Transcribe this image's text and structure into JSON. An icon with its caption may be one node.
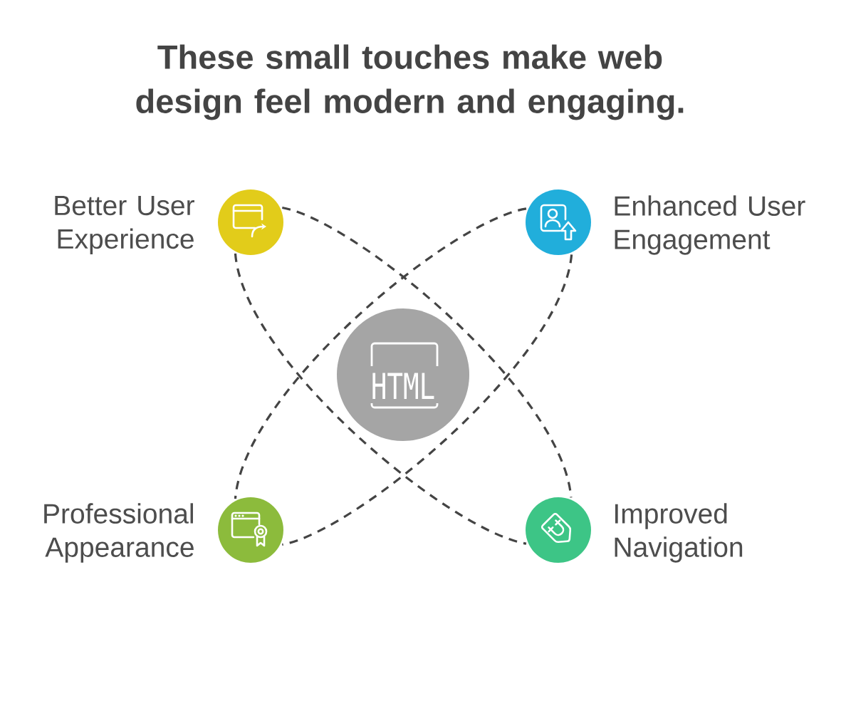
{
  "diagram": {
    "title": "These small touches make web design feel modern and engaging.",
    "nodes": [
      {
        "text": [],
        "shape": "circle",
        "beside": [
          "Better User Experience"
        ]
      },
      {
        "text": [],
        "shape": "circle",
        "beside": [
          "Enhanced User Engagement"
        ]
      },
      {
        "text": [
          "HTML"
        ]
      },
      {
        "text": [],
        "shape": "circle",
        "beside": [
          "Professional Appearance"
        ]
      },
      {
        "text": [],
        "shape": "circle",
        "beside": [
          "Improved Navigation"
        ]
      }
    ],
    "edges": [
      {
        "from": 0,
        "to": 4,
        "arrow": "none",
        "style": "dashed"
      },
      {
        "from": 0,
        "to": 4,
        "arrow": "none",
        "style": "dashed"
      },
      {
        "from": 1,
        "to": 3,
        "arrow": "none",
        "style": "dashed"
      },
      {
        "from": 1,
        "to": 3,
        "arrow": "none",
        "style": "dashed"
      }
    ]
  }
}
